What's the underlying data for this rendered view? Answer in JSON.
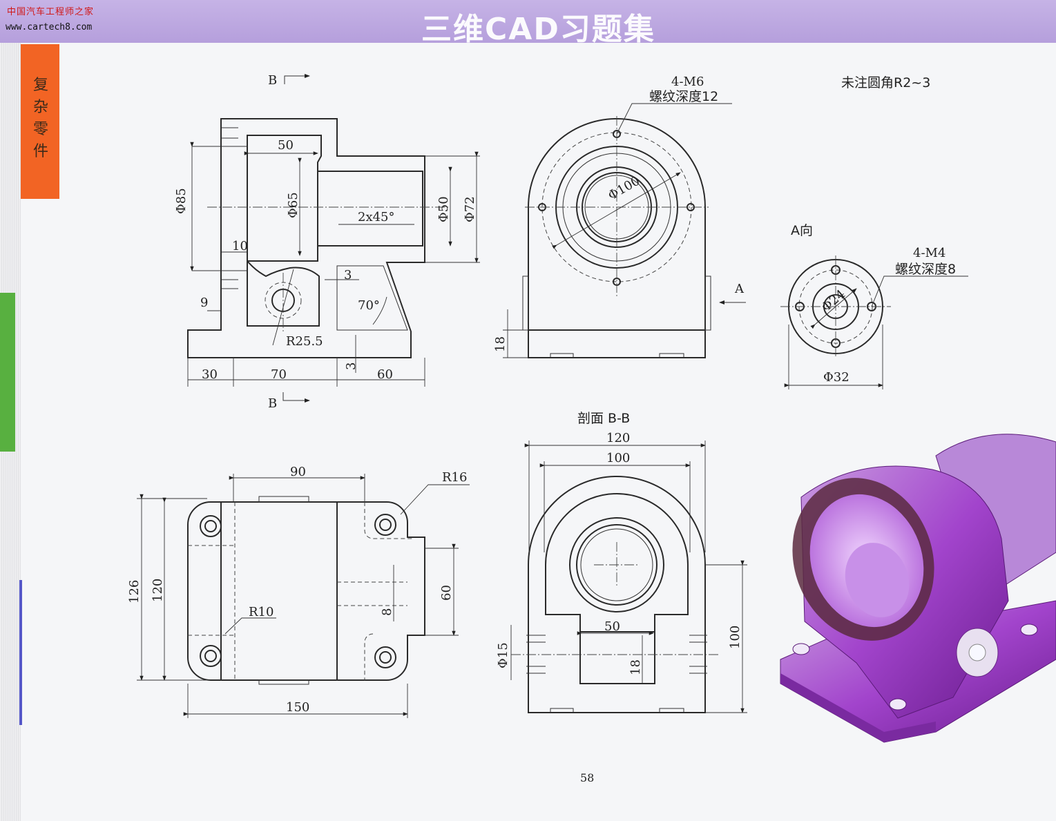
{
  "header": {
    "watermark_cn": "中国汽车工程师之家",
    "watermark_url": "www.cartech8.com",
    "book_title": "三维CAD习题集"
  },
  "chapter_tab": {
    "label": "复杂零件",
    "color": "#f26424"
  },
  "notes": {
    "fillets": "未注圆角R2~3"
  },
  "views": {
    "front": {
      "section_mark_top": "B",
      "section_mark_bottom": "B",
      "dims": {
        "d85": "Φ85",
        "d65": "Φ65",
        "d50": "Φ50",
        "d72": "Φ72",
        "w50": "50",
        "chamfer": "2x45°",
        "w10": "10",
        "w3": "3",
        "w9": "9",
        "angle": "70°",
        "r25": "R25.5",
        "h3": "3",
        "w30": "30",
        "w70": "70",
        "w60": "60"
      }
    },
    "side": {
      "thread_callout": "4-M6",
      "thread_depth": "螺纹深度12",
      "d100": "Φ100",
      "h18": "18",
      "arrow_label": "A"
    },
    "view_a": {
      "title": "A向",
      "thread_callout": "4-M4",
      "thread_depth": "螺纹深度8",
      "d24": "Φ24",
      "d32": "Φ32"
    },
    "top": {
      "dims": {
        "w90": "90",
        "r16": "R16",
        "h126": "126",
        "h120": "120",
        "r10": "R10",
        "w150": "150",
        "h60": "60",
        "h8": "8"
      }
    },
    "section_bb": {
      "title": "剖面 B-B",
      "dims": {
        "w120": "120",
        "w100": "100",
        "w50": "50",
        "d15": "Φ15",
        "h18": "18",
        "h100": "100"
      }
    }
  },
  "render_3d": {
    "color": "#a040c8"
  },
  "footer": {
    "page_number": "58"
  }
}
